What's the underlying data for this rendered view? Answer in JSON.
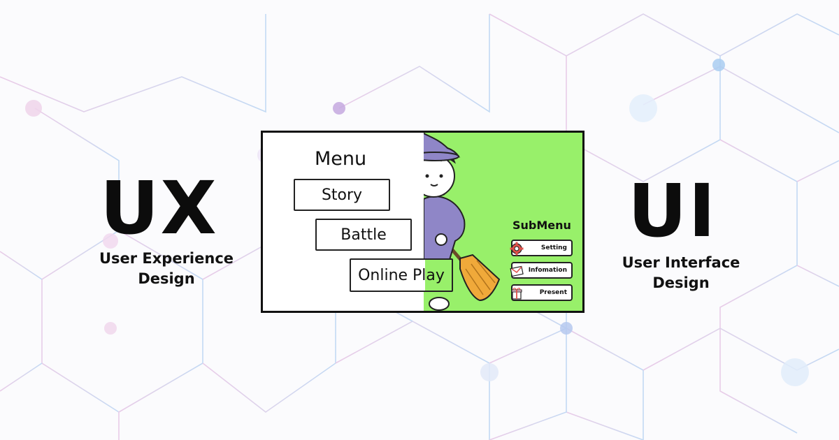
{
  "ux": {
    "heading": "UX",
    "subtitle_line1": "User Experience",
    "subtitle_line2": "Design"
  },
  "ui": {
    "heading": "UI",
    "subtitle_line1": "User Interface",
    "subtitle_line2": "Design"
  },
  "menu": {
    "title": "Menu",
    "buttons": [
      "Story",
      "Battle",
      "Online Play"
    ]
  },
  "submenu": {
    "title": "SubMenu",
    "items": [
      {
        "label": "Setting",
        "icon": "gear-icon"
      },
      {
        "label": "Infomation",
        "icon": "mail-icon"
      },
      {
        "label": "Present",
        "icon": "gift-icon"
      }
    ]
  },
  "colors": {
    "panel_green": "#98f06a",
    "witch_robe": "#8f86c7",
    "broom": "#f0a93a"
  }
}
